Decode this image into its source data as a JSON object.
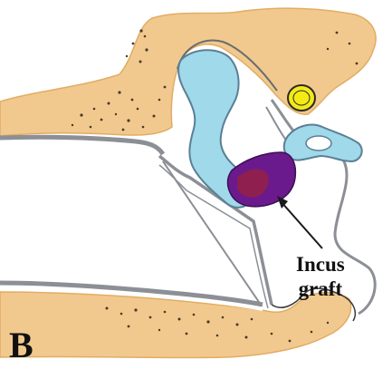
{
  "panel": {
    "letter": "B"
  },
  "annotation": {
    "line1": "Incus",
    "line2": "graft"
  },
  "colors": {
    "bone": "#f1c98f",
    "bone_dark": "#e2ac63",
    "bone_speckle": "#4a3a22",
    "ossicle_blue": "#9fd9ea",
    "ossicle_outline": "#5a7f95",
    "graft_purple": "#6a1a8c",
    "graft_core": "#8f1f4f",
    "membrane": "#8c8f96",
    "round_window": "#f3ea16",
    "outline": "#3a3a3a",
    "text": "#111111"
  }
}
